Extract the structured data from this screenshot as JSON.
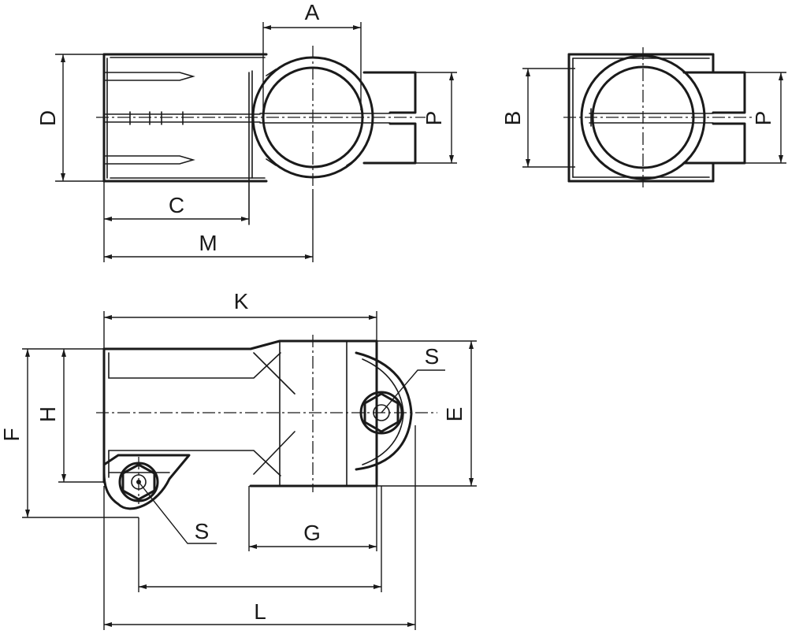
{
  "labels": {
    "A": "A",
    "B": "B",
    "C": "C",
    "D": "D",
    "E": "E",
    "F": "F",
    "G": "G",
    "H": "H",
    "K": "K",
    "L": "L",
    "M": "M",
    "P_front": "P",
    "P_side": "P",
    "S_top": "S",
    "S_bottom": "S"
  }
}
